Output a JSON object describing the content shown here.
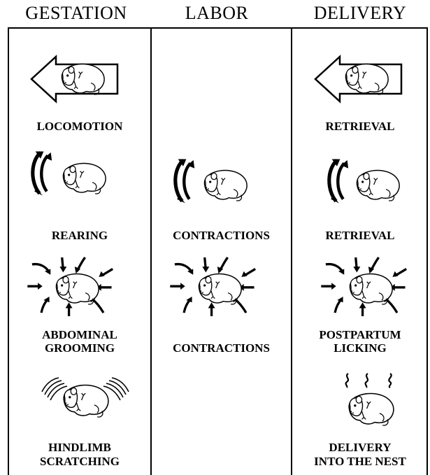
{
  "headers": {
    "gestation": "GESTATION",
    "labor": "LABOR",
    "delivery": "DELIVERY"
  },
  "gestation": {
    "locomotion": "LOCOMOTION",
    "rearing": "REARING",
    "abdominal_grooming": [
      "ABDOMINAL",
      "GROOMING"
    ],
    "hindlimb_scratching": [
      "HINDLIMB",
      "SCRATCHING"
    ]
  },
  "labor": {
    "contractions_1": "CONTRACTIONS",
    "contractions_2": "CONTRACTIONS"
  },
  "delivery": {
    "retrieval_1": "RETRIEVAL",
    "retrieval_2": "RETRIEVAL",
    "postpartum_licking": [
      "POSTPARTUM",
      "LICKING"
    ],
    "delivery_into_nest": [
      "DELIVERY",
      "INTO THE NEST"
    ]
  }
}
